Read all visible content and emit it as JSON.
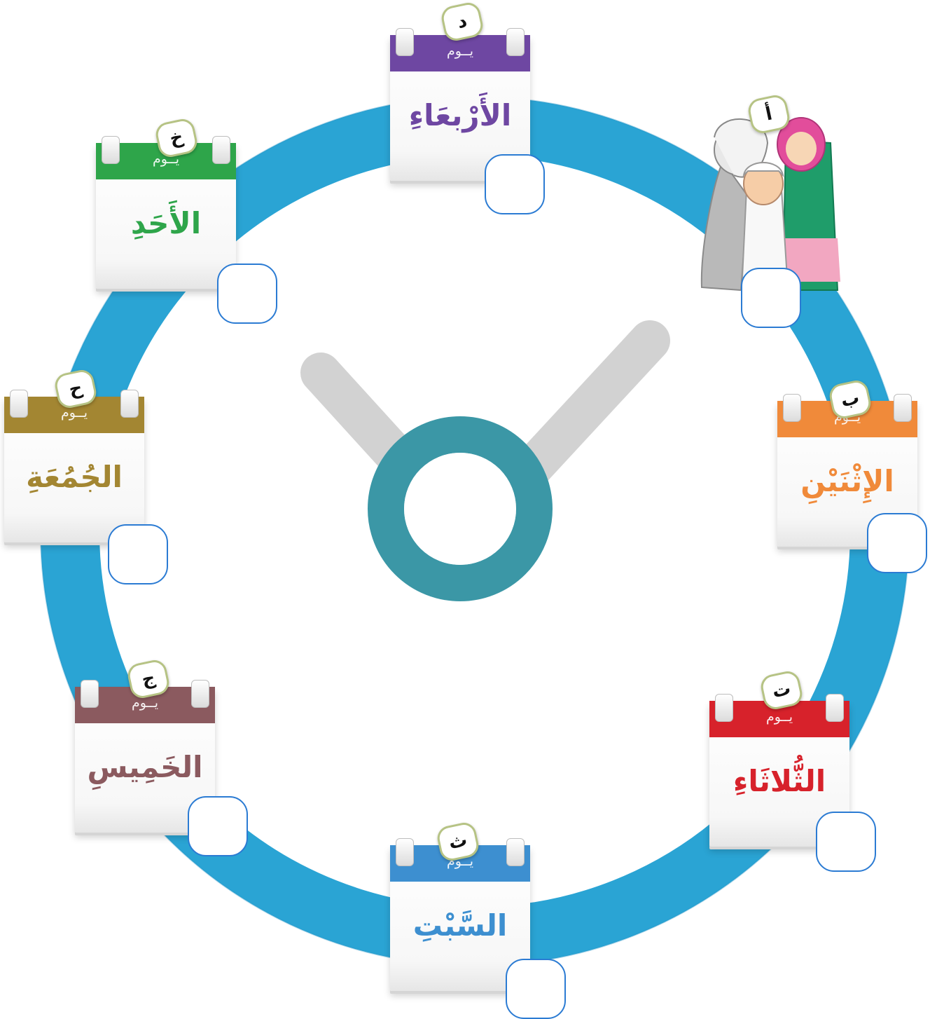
{
  "colors": {
    "ring": "#2aa4d4",
    "ring_dark": "#1c8fc2",
    "hub": "#3b97a6",
    "hands": "#d2d2d2",
    "answer_border": "#2b7bd3",
    "letter_border": "#b6c384"
  },
  "clock": {
    "illustration": "family-illustration",
    "days": [
      {
        "letter": "د",
        "yawm": "يــوم",
        "name": "الأَرْبعَاءِ",
        "header_color": "#6e47a2",
        "name_color": "#6e47a2"
      },
      {
        "letter": "أ",
        "yawm": "",
        "name": "",
        "header_color": "",
        "name_color": ""
      },
      {
        "letter": "ب",
        "yawm": "يــوم",
        "name": "الإِثْنَيْنِ",
        "header_color": "#f08a3a",
        "name_color": "#f08a3a"
      },
      {
        "letter": "ت",
        "yawm": "يــوم",
        "name": "الثُّلاثَاءِ",
        "header_color": "#d7222b",
        "name_color": "#d7222b"
      },
      {
        "letter": "ث",
        "yawm": "يــوم",
        "name": "السَّبْتِ",
        "header_color": "#3d8fd0",
        "name_color": "#3d8fd0"
      },
      {
        "letter": "ج",
        "yawm": "يــوم",
        "name": "الخَمِيسِ",
        "header_color": "#8b5a5f",
        "name_color": "#8b5a5f"
      },
      {
        "letter": "ح",
        "yawm": "يــوم",
        "name": "الجُمُعَةِ",
        "header_color": "#a38632",
        "name_color": "#a38632"
      },
      {
        "letter": "خ",
        "yawm": "يــوم",
        "name": "الأَحَدِ",
        "header_color": "#2ea54a",
        "name_color": "#2ea54a"
      }
    ]
  }
}
